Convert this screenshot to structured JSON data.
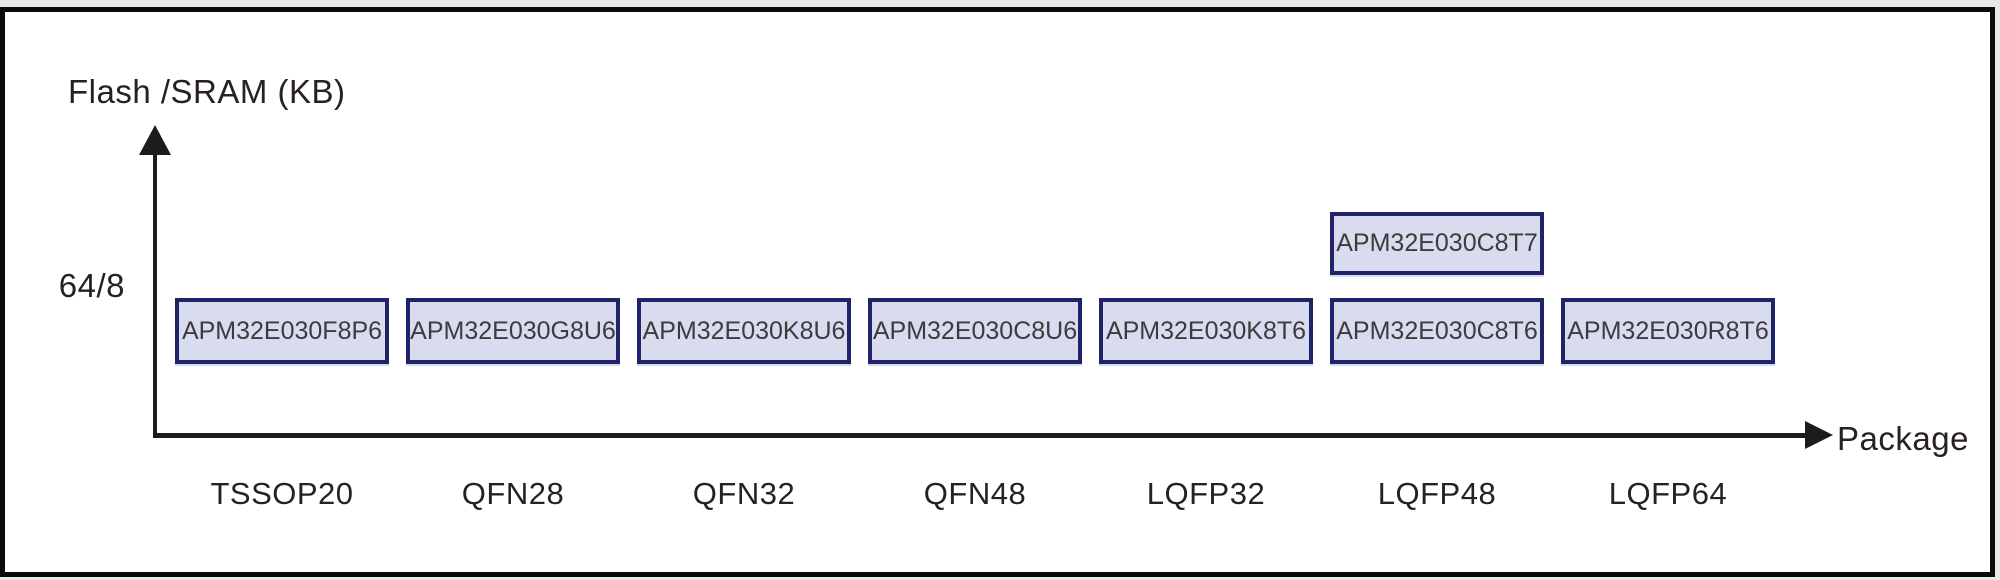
{
  "colors": {
    "background": "#ffffff",
    "outer-margin": "#e8e8e8",
    "frame-border": "#0a0a0a",
    "axis-line": "#1c1c1c",
    "text-dark": "#272120",
    "box-fill": "#d9dbef",
    "box-border": "#1f2468",
    "box-text": "#3d3b3c"
  },
  "chart_data": {
    "type": "scatter",
    "title": "",
    "xlabel": "Package",
    "ylabel": "Flash /SRAM (KB)",
    "x_categories": [
      "TSSOP20",
      "QFN28",
      "QFN32",
      "QFN48",
      "LQFP32",
      "LQFP48",
      "LQFP64"
    ],
    "y_categories": [
      "64/8"
    ],
    "grid": "off",
    "legend_position": "none",
    "points": [
      {
        "label": "APM32E030F8P6",
        "x": "TSSOP20",
        "y": "64/8",
        "stack_level": 1
      },
      {
        "label": "APM32E030G8U6",
        "x": "QFN28",
        "y": "64/8",
        "stack_level": 1
      },
      {
        "label": "APM32E030K8U6",
        "x": "QFN32",
        "y": "64/8",
        "stack_level": 1
      },
      {
        "label": "APM32E030C8U6",
        "x": "QFN48",
        "y": "64/8",
        "stack_level": 1
      },
      {
        "label": "APM32E030K8T6",
        "x": "LQFP32",
        "y": "64/8",
        "stack_level": 1
      },
      {
        "label": "APM32E030C8T6",
        "x": "LQFP48",
        "y": "64/8",
        "stack_level": 1
      },
      {
        "label": "APM32E030C8T7",
        "x": "LQFP48",
        "y": "64/8",
        "stack_level": 2
      },
      {
        "label": "APM32E030R8T6",
        "x": "LQFP64",
        "y": "64/8",
        "stack_level": 1
      }
    ]
  }
}
